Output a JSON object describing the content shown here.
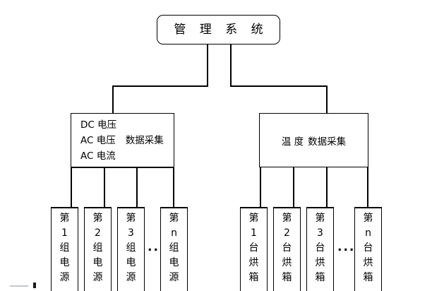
{
  "diagram": {
    "type": "hierarchy-tree",
    "background_color": "#ffffff",
    "line_color": "#000000",
    "root": {
      "label": "管 理 系 统"
    },
    "mid_nodes": [
      {
        "id": "power-acquisition",
        "lines": [
          {
            "main": "DC 电压",
            "suffix": ""
          },
          {
            "main": "AC 电压",
            "suffix": "数据采集"
          },
          {
            "main": "AC 电流",
            "suffix": ""
          }
        ]
      },
      {
        "id": "temperature-acquisition",
        "label_part_1": "温 度",
        "label_part_2": "数据采集"
      }
    ],
    "leaf_groups": [
      {
        "id": "power-groups",
        "ellipsis": "...",
        "items": [
          {
            "c1": "第",
            "c2": "1",
            "c3": "组",
            "c4": "电",
            "c5": "源"
          },
          {
            "c1": "第",
            "c2": "2",
            "c3": "组",
            "c4": "电",
            "c5": "源"
          },
          {
            "c1": "第",
            "c2": "3",
            "c3": "组",
            "c4": "电",
            "c5": "源"
          },
          {
            "c1": "第",
            "c2": "n",
            "c3": "组",
            "c4": "电",
            "c5": "源"
          }
        ]
      },
      {
        "id": "oven-units",
        "ellipsis": "...",
        "items": [
          {
            "c1": "第",
            "c2": "1",
            "c3": "台",
            "c4": "烘",
            "c5": "箱"
          },
          {
            "c1": "第",
            "c2": "2",
            "c3": "台",
            "c4": "烘",
            "c5": "箱"
          },
          {
            "c1": "第",
            "c2": "3",
            "c3": "台",
            "c4": "烘",
            "c5": "箱"
          },
          {
            "c1": "第",
            "c2": "n",
            "c3": "台",
            "c4": "烘",
            "c5": "箱"
          }
        ]
      }
    ]
  }
}
